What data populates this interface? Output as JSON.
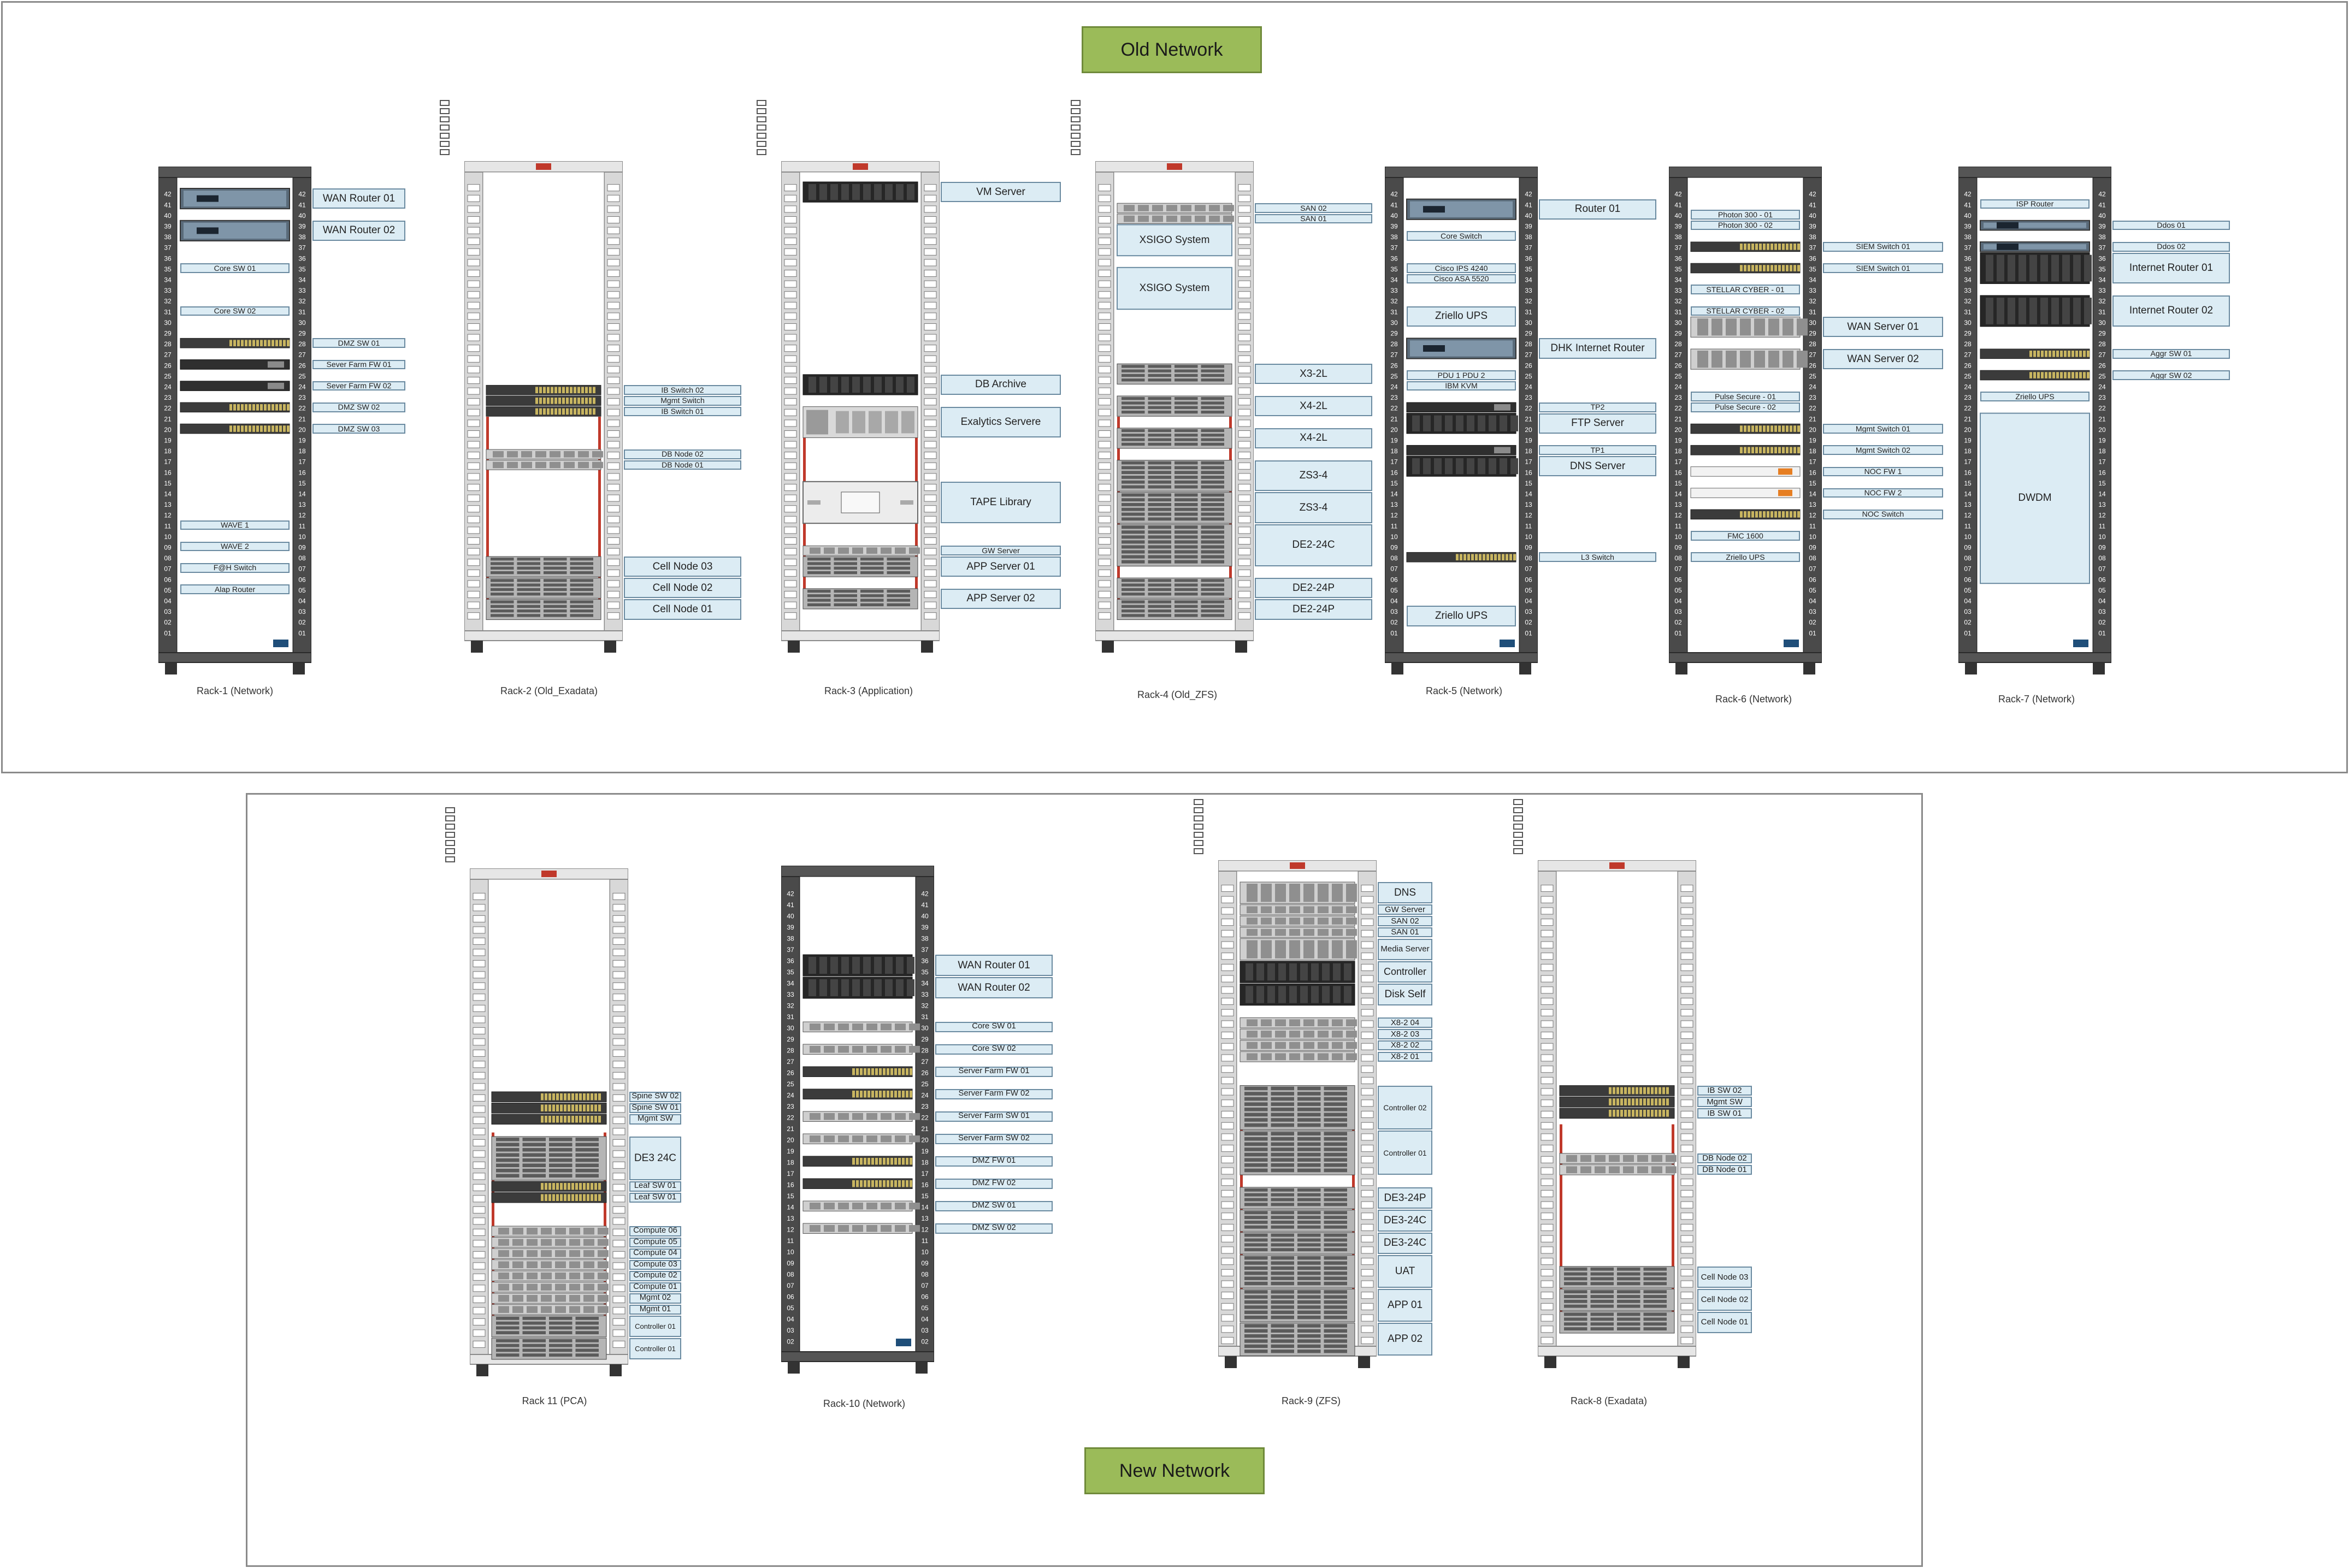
{
  "sections": {
    "old": {
      "title": "Old Network"
    },
    "new": {
      "title": "New Network"
    }
  },
  "racks": [
    {
      "id": "rack-1",
      "label": "Rack-1 (Network)",
      "style": "dark",
      "devices": [
        {
          "name": "WAN Router 01",
          "u": 41,
          "size": 2,
          "kind": "router"
        },
        {
          "name": "WAN Router 02",
          "u": 38,
          "size": 2,
          "kind": "router"
        },
        {
          "name": "Core SW 01",
          "u": 35,
          "size": 1,
          "kind": "blank"
        },
        {
          "name": "Core SW 02",
          "u": 31,
          "size": 1,
          "kind": "blank"
        },
        {
          "name": "DMZ SW 01",
          "u": 28,
          "size": 1,
          "kind": "switch"
        },
        {
          "name": "Sever Farm FW 01",
          "u": 26,
          "size": 1,
          "kind": "dark1u"
        },
        {
          "name": "Sever Farm FW 02",
          "u": 24,
          "size": 1,
          "kind": "dark1u"
        },
        {
          "name": "DMZ SW 02",
          "u": 22,
          "size": 1,
          "kind": "switch"
        },
        {
          "name": "DMZ SW 03",
          "u": 20,
          "size": 1,
          "kind": "switch"
        },
        {
          "name": "WAVE 1",
          "u": 11,
          "size": 1,
          "kind": "blank"
        },
        {
          "name": "WAVE 2",
          "u": 9,
          "size": 1,
          "kind": "blank"
        },
        {
          "name": "F@H Switch",
          "u": 7,
          "size": 1,
          "kind": "blank"
        },
        {
          "name": "Alap Router",
          "u": 5,
          "size": 1,
          "kind": "blank"
        }
      ]
    },
    {
      "id": "rack-2",
      "label": "Rack-2 (Old_Exadata)",
      "style": "light",
      "devices": [
        {
          "name": "IB Switch 02",
          "u": 23,
          "size": 1,
          "kind": "switch"
        },
        {
          "name": "Mgmt Switch",
          "u": 22,
          "size": 1,
          "kind": "switch"
        },
        {
          "name": "IB Switch  01",
          "u": 21,
          "size": 1,
          "kind": "switch"
        },
        {
          "name": "DB Node 02",
          "u": 17,
          "size": 1,
          "kind": "server1u"
        },
        {
          "name": "DB Node 01",
          "u": 16,
          "size": 1,
          "kind": "server1u"
        },
        {
          "name": "Cell Node 03",
          "u": 6,
          "size": 2,
          "kind": "storage"
        },
        {
          "name": "Cell Node 02",
          "u": 4,
          "size": 2,
          "kind": "storage"
        },
        {
          "name": "Cell Node 01",
          "u": 2,
          "size": 2,
          "kind": "storage"
        }
      ]
    },
    {
      "id": "rack-3",
      "label": "Rack-3 (Application)",
      "style": "light",
      "devices": [
        {
          "name": "VM Server",
          "u": 41,
          "size": 2,
          "kind": "dark2u"
        },
        {
          "name": "DB Archive",
          "u": 23,
          "size": 2,
          "kind": "dark2u"
        },
        {
          "name": "Exalytics Servere",
          "u": 19,
          "size": 3,
          "kind": "server3u"
        },
        {
          "name": "TAPE Library",
          "u": 11,
          "size": 4,
          "kind": "tape"
        },
        {
          "name": "GW Server",
          "u": 8,
          "size": 1,
          "kind": "server1u"
        },
        {
          "name": "APP Server 01",
          "u": 6,
          "size": 2,
          "kind": "storage"
        },
        {
          "name": "APP Server 02",
          "u": 3,
          "size": 2,
          "kind": "storage"
        }
      ]
    },
    {
      "id": "rack-4",
      "label": "Rack-4 (Old_ZFS)",
      "style": "light",
      "devices": [
        {
          "name": "SAN 02",
          "u": 40,
          "size": 1,
          "kind": "server1u"
        },
        {
          "name": "SAN 01",
          "u": 39,
          "size": 1,
          "kind": "server1u"
        },
        {
          "name": "XSIGO System",
          "u": 36,
          "size": 3,
          "kind": "plainblue"
        },
        {
          "name": "XSIGO System",
          "u": 31,
          "size": 4,
          "kind": "plainblue"
        },
        {
          "name": "X3-2L",
          "u": 24,
          "size": 2,
          "kind": "storage"
        },
        {
          "name": "X4-2L",
          "u": 21,
          "size": 2,
          "kind": "storage"
        },
        {
          "name": "X4-2L",
          "u": 18,
          "size": 2,
          "kind": "storage"
        },
        {
          "name": "ZS3-4",
          "u": 14,
          "size": 3,
          "kind": "storage"
        },
        {
          "name": "ZS3-4",
          "u": 11,
          "size": 3,
          "kind": "storage"
        },
        {
          "name": "DE2-24C",
          "u": 7,
          "size": 4,
          "kind": "storage"
        },
        {
          "name": "DE2-24P",
          "u": 4,
          "size": 2,
          "kind": "storage"
        },
        {
          "name": "DE2-24P",
          "u": 2,
          "size": 2,
          "kind": "storage"
        }
      ]
    },
    {
      "id": "rack-5",
      "label": "Rack-5 (Network)",
      "style": "dark",
      "devices": [
        {
          "name": "Router 01",
          "u": 40,
          "size": 2,
          "kind": "router"
        },
        {
          "name": "Core Switch",
          "u": 38,
          "size": 1,
          "kind": "blank"
        },
        {
          "name": "Cisco IPS 4240",
          "u": 35,
          "size": 1,
          "kind": "blank"
        },
        {
          "name": "Cisco ASA 5520",
          "u": 34,
          "size": 1,
          "kind": "blank"
        },
        {
          "name": "Zriello UPS",
          "u": 30,
          "size": 2,
          "kind": "blank"
        },
        {
          "name": "DHK Internet Router",
          "u": 27,
          "size": 2,
          "kind": "router"
        },
        {
          "name": "PDU 1      PDU 2",
          "u": 25,
          "size": 1,
          "kind": "blank"
        },
        {
          "name": "IBM KVM",
          "u": 24,
          "size": 1,
          "kind": "blank"
        },
        {
          "name": "TP2",
          "u": 22,
          "size": 1,
          "kind": "dark1u"
        },
        {
          "name": "FTP Server",
          "u": 20,
          "size": 2,
          "kind": "dark2u"
        },
        {
          "name": "TP1",
          "u": 18,
          "size": 1,
          "kind": "dark1u"
        },
        {
          "name": "DNS Server",
          "u": 16,
          "size": 2,
          "kind": "dark2u"
        },
        {
          "name": "L3 Switch",
          "u": 8,
          "size": 1,
          "kind": "switch"
        },
        {
          "name": "Zriello UPS",
          "u": 2,
          "size": 2,
          "kind": "blank"
        }
      ]
    },
    {
      "id": "rack-6",
      "label": "Rack-6 (Network)",
      "style": "dark",
      "devices": [
        {
          "name": "Photon 300 - 01",
          "u": 40,
          "size": 1,
          "kind": "blank"
        },
        {
          "name": "Photon 300 - 02",
          "u": 39,
          "size": 1,
          "kind": "blank"
        },
        {
          "name": "SIEM Switch 01",
          "u": 37,
          "size": 1,
          "kind": "switch"
        },
        {
          "name": "SIEM Switch 01",
          "u": 35,
          "size": 1,
          "kind": "switch"
        },
        {
          "name": "STELLAR CYBER - 01",
          "u": 33,
          "size": 1,
          "kind": "blank"
        },
        {
          "name": "STELLAR CYBER - 02",
          "u": 31,
          "size": 1,
          "kind": "blank"
        },
        {
          "name": "WAN Server 01",
          "u": 29,
          "size": 2,
          "kind": "server1u"
        },
        {
          "name": "WAN Server 02",
          "u": 26,
          "size": 2,
          "kind": "server1u"
        },
        {
          "name": "Pulse Secure - 01",
          "u": 23,
          "size": 1,
          "kind": "blank"
        },
        {
          "name": "Pulse Secure - 02",
          "u": 22,
          "size": 1,
          "kind": "blank"
        },
        {
          "name": "Mgmt Switch 01",
          "u": 20,
          "size": 1,
          "kind": "switch"
        },
        {
          "name": "Mgmt Switch 02",
          "u": 18,
          "size": 1,
          "kind": "switch"
        },
        {
          "name": "NOC FW 1",
          "u": 16,
          "size": 1,
          "kind": "firewall"
        },
        {
          "name": "NOC FW 2",
          "u": 14,
          "size": 1,
          "kind": "firewall"
        },
        {
          "name": "NOC Switch",
          "u": 12,
          "size": 1,
          "kind": "switch"
        },
        {
          "name": "FMC 1600",
          "u": 10,
          "size": 1,
          "kind": "blank"
        },
        {
          "name": "Zriello UPS",
          "u": 8,
          "size": 1,
          "kind": "blank"
        }
      ]
    },
    {
      "id": "rack-7",
      "label": "Rack-7 (Network)",
      "style": "dark",
      "devices": [
        {
          "name": "ISP Router",
          "u": 41,
          "size": 1,
          "kind": "blank"
        },
        {
          "name": "Ddos 01",
          "u": 39,
          "size": 1,
          "kind": "router"
        },
        {
          "name": "Ddos 02",
          "u": 37,
          "size": 1,
          "kind": "router"
        },
        {
          "name": "Internet Router 01",
          "u": 34,
          "size": 3,
          "kind": "dark2u"
        },
        {
          "name": "Internet Router 02",
          "u": 30,
          "size": 3,
          "kind": "dark2u"
        },
        {
          "name": "Aggr SW 01",
          "u": 27,
          "size": 1,
          "kind": "switch"
        },
        {
          "name": "Aggr SW 02",
          "u": 25,
          "size": 1,
          "kind": "switch"
        },
        {
          "name": "Zriello UPS",
          "u": 23,
          "size": 1,
          "kind": "blank"
        },
        {
          "name": "DWDM",
          "u": 6,
          "size": 16,
          "kind": "plainblue"
        }
      ]
    },
    {
      "id": "rack-11",
      "label": "Rack 11 (PCA)",
      "style": "light",
      "devices": [
        {
          "name": "Spine SW 02",
          "u": 24,
          "size": 1,
          "kind": "switch"
        },
        {
          "name": "Spine SW 01",
          "u": 23,
          "size": 1,
          "kind": "switch"
        },
        {
          "name": "Mgmt SW",
          "u": 22,
          "size": 1,
          "kind": "switch"
        },
        {
          "name": "DE3 24C",
          "u": 17,
          "size": 4,
          "kind": "storage"
        },
        {
          "name": "Leaf SW 01",
          "u": 16,
          "size": 1,
          "kind": "switch"
        },
        {
          "name": "Leaf SW 01",
          "u": 15,
          "size": 1,
          "kind": "switch"
        },
        {
          "name": "Compute 06",
          "u": 12,
          "size": 1,
          "kind": "server1u"
        },
        {
          "name": "Compute 05",
          "u": 11,
          "size": 1,
          "kind": "server1u"
        },
        {
          "name": "Compute 04",
          "u": 10,
          "size": 1,
          "kind": "server1u"
        },
        {
          "name": "Compute 03",
          "u": 9,
          "size": 1,
          "kind": "server1u"
        },
        {
          "name": "Compute 02",
          "u": 8,
          "size": 1,
          "kind": "server1u"
        },
        {
          "name": "Compute 01",
          "u": 7,
          "size": 1,
          "kind": "server1u"
        },
        {
          "name": "Mgmt 02",
          "u": 6,
          "size": 1,
          "kind": "server1u"
        },
        {
          "name": "Mgmt 01",
          "u": 5,
          "size": 1,
          "kind": "server1u"
        },
        {
          "name": "Controller 01",
          "u": 3,
          "size": 2,
          "kind": "storage"
        },
        {
          "name": "Controller 01",
          "u": 1,
          "size": 2,
          "kind": "storage"
        }
      ]
    },
    {
      "id": "rack-10",
      "label": "Rack-10 (Network)",
      "style": "dark",
      "devices": [
        {
          "name": "WAN Router 01",
          "u": 35,
          "size": 2,
          "kind": "dark2u"
        },
        {
          "name": "WAN Router 02",
          "u": 33,
          "size": 2,
          "kind": "dark2u"
        },
        {
          "name": "Core SW 01",
          "u": 30,
          "size": 1,
          "kind": "server1u"
        },
        {
          "name": "Core SW 02",
          "u": 28,
          "size": 1,
          "kind": "server1u"
        },
        {
          "name": "Server Farm FW 01",
          "u": 26,
          "size": 1,
          "kind": "switch"
        },
        {
          "name": "Server Farm FW 02",
          "u": 24,
          "size": 1,
          "kind": "switch"
        },
        {
          "name": "Server Farm SW 01",
          "u": 22,
          "size": 1,
          "kind": "server1u"
        },
        {
          "name": "Server Farm SW 02",
          "u": 20,
          "size": 1,
          "kind": "server1u"
        },
        {
          "name": "DMZ FW 01",
          "u": 18,
          "size": 1,
          "kind": "switch"
        },
        {
          "name": "DMZ FW 02",
          "u": 16,
          "size": 1,
          "kind": "switch"
        },
        {
          "name": "DMZ SW 01",
          "u": 14,
          "size": 1,
          "kind": "server1u"
        },
        {
          "name": "DMZ SW 02",
          "u": 12,
          "size": 1,
          "kind": "server1u"
        }
      ]
    },
    {
      "id": "rack-9",
      "label": "Rack-9 (ZFS)",
      "style": "light",
      "devices": [
        {
          "name": "DNS",
          "u": 41,
          "size": 2,
          "kind": "server1u"
        },
        {
          "name": "GW Server",
          "u": 40,
          "size": 1,
          "kind": "server1u"
        },
        {
          "name": "SAN 02",
          "u": 39,
          "size": 1,
          "kind": "server1u"
        },
        {
          "name": "SAN 01",
          "u": 38,
          "size": 1,
          "kind": "server1u"
        },
        {
          "name": "Media Server",
          "u": 36,
          "size": 2,
          "kind": "server1u"
        },
        {
          "name": "Controller",
          "u": 34,
          "size": 2,
          "kind": "dark2u"
        },
        {
          "name": "Disk Self",
          "u": 32,
          "size": 2,
          "kind": "dark2u"
        },
        {
          "name": "X8-2 04",
          "u": 30,
          "size": 1,
          "kind": "server1u"
        },
        {
          "name": "X8-2 03",
          "u": 29,
          "size": 1,
          "kind": "server1u"
        },
        {
          "name": "X8-2 02",
          "u": 28,
          "size": 1,
          "kind": "server1u"
        },
        {
          "name": "X8-2 01",
          "u": 27,
          "size": 1,
          "kind": "server1u"
        },
        {
          "name": "Controller 02",
          "u": 21,
          "size": 4,
          "kind": "storage"
        },
        {
          "name": "Controller 01",
          "u": 17,
          "size": 4,
          "kind": "storage"
        },
        {
          "name": "DE3-24P",
          "u": 14,
          "size": 2,
          "kind": "storage"
        },
        {
          "name": "DE3-24C",
          "u": 12,
          "size": 2,
          "kind": "storage"
        },
        {
          "name": "DE3-24C",
          "u": 10,
          "size": 2,
          "kind": "storage"
        },
        {
          "name": "UAT",
          "u": 7,
          "size": 3,
          "kind": "storage"
        },
        {
          "name": "APP 01",
          "u": 4,
          "size": 3,
          "kind": "storage"
        },
        {
          "name": "APP 02",
          "u": 1,
          "size": 3,
          "kind": "storage"
        }
      ]
    },
    {
      "id": "rack-8",
      "label": "Rack-8 (Exadata)",
      "style": "light",
      "devices": [
        {
          "name": "IB SW 02",
          "u": 24,
          "size": 1,
          "kind": "switch"
        },
        {
          "name": "Mgmt SW",
          "u": 23,
          "size": 1,
          "kind": "switch"
        },
        {
          "name": "IB SW 01",
          "u": 22,
          "size": 1,
          "kind": "switch"
        },
        {
          "name": "DB Node 02",
          "u": 18,
          "size": 1,
          "kind": "server1u"
        },
        {
          "name": "DB Node 01",
          "u": 17,
          "size": 1,
          "kind": "server1u"
        },
        {
          "name": "Cell Node 03",
          "u": 7,
          "size": 2,
          "kind": "storage"
        },
        {
          "name": "Cell Node 02",
          "u": 5,
          "size": 2,
          "kind": "storage"
        },
        {
          "name": "Cell Node 01",
          "u": 3,
          "size": 2,
          "kind": "storage"
        }
      ]
    }
  ]
}
